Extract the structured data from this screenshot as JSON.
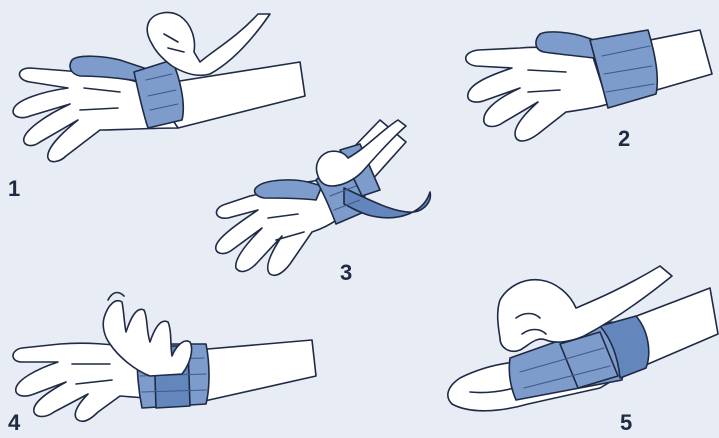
{
  "steps": [
    {
      "number": "1"
    },
    {
      "number": "2"
    },
    {
      "number": "3"
    },
    {
      "number": "4"
    },
    {
      "number": "5"
    }
  ],
  "colors": {
    "background": "#e7ecf5",
    "bandage": "#7d9ccb",
    "bandage_dark": "#6387bd",
    "outline": "#1f2a44"
  }
}
